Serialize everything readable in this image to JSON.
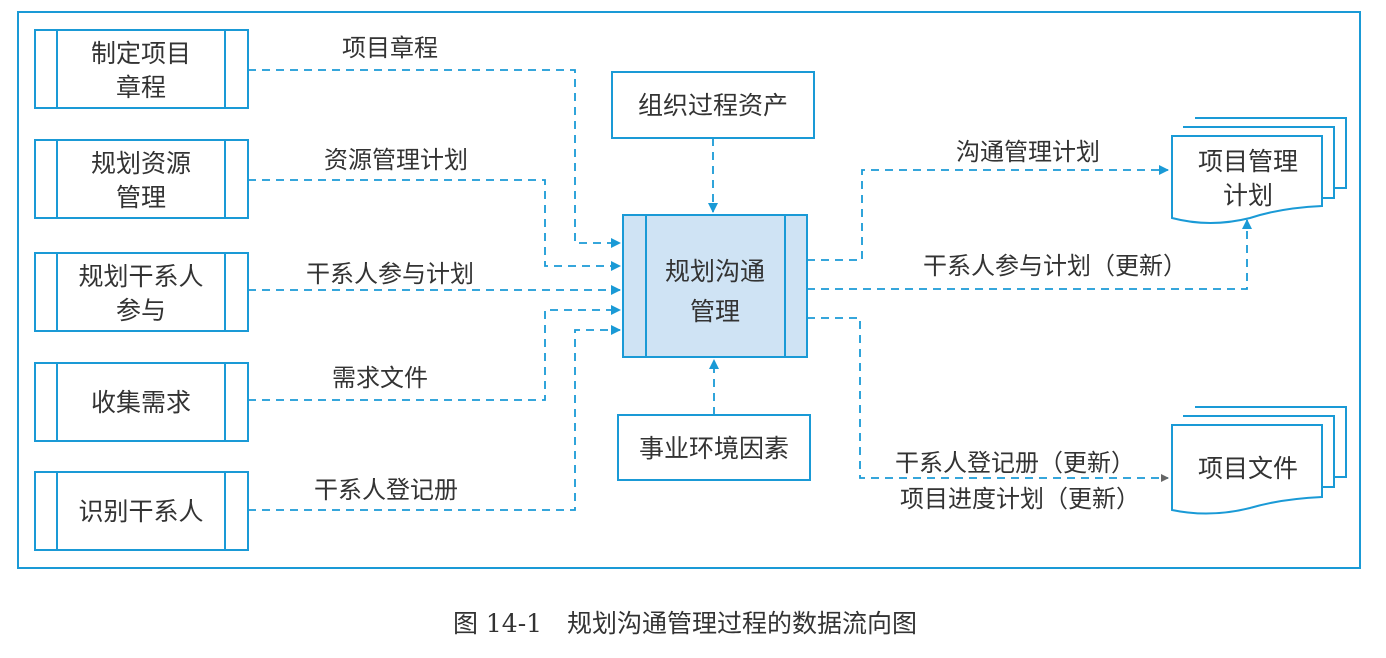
{
  "inputs": [
    {
      "process": [
        "制定项目",
        "章程"
      ],
      "flow": "项目章程"
    },
    {
      "process": [
        "规划资源",
        "管理"
      ],
      "flow": "资源管理计划"
    },
    {
      "process": [
        "规划干系人",
        "参与"
      ],
      "flow": "干系人参与计划"
    },
    {
      "process": [
        "收集需求"
      ],
      "flow": "需求文件"
    },
    {
      "process": [
        "识别干系人"
      ],
      "flow": "干系人登记册"
    }
  ],
  "center": [
    "规划沟通",
    "管理"
  ],
  "top_input": "组织过程资产",
  "bottom_input": "事业环境因素",
  "outputs": {
    "plan_doc": [
      "项目管理",
      "计划"
    ],
    "docs": "项目文件",
    "flow1": "沟通管理计划",
    "flow2": "干系人参与计划（更新）",
    "flow3a": "干系人登记册（更新）",
    "flow3b": "项目进度计划（更新）"
  },
  "caption": "图 14-1　规划沟通管理过程的数据流向图",
  "colors": {
    "line": "#1a9ad6",
    "center_fill": "#cfe3f4"
  }
}
